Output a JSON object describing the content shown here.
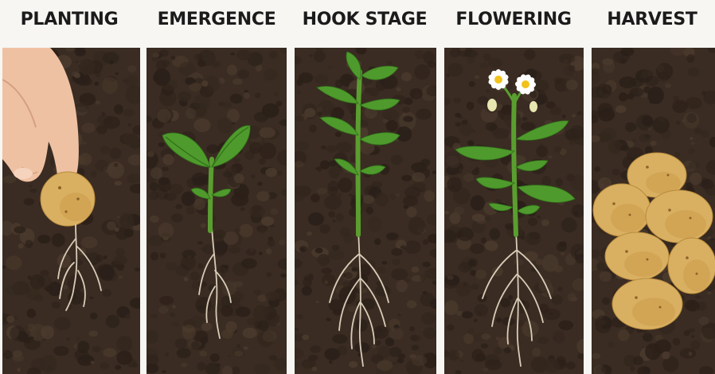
{
  "stages": [
    {
      "id": "planting",
      "label": "PLANTING"
    },
    {
      "id": "emergence",
      "label": "EMERGENCE"
    },
    {
      "id": "hook-stage",
      "label": "HOOK STAGE"
    },
    {
      "id": "flowering",
      "label": "FLOWERING"
    },
    {
      "id": "harvest",
      "label": "HARVEST"
    }
  ],
  "colors": {
    "soil_dark": "#2b2019",
    "soil_mid": "#3a2c22",
    "soil_light": "#4a3a2d",
    "leaf": "#4f9a2c",
    "leaf_dark": "#2f6f1a",
    "stem": "#5a9e30",
    "root": "#d8cdb8",
    "potato": "#d9b062",
    "potato_shade": "#b88a3c",
    "skin": "#f0c4a8",
    "flower": "#ffffff",
    "flower_center": "#f2c21b"
  }
}
